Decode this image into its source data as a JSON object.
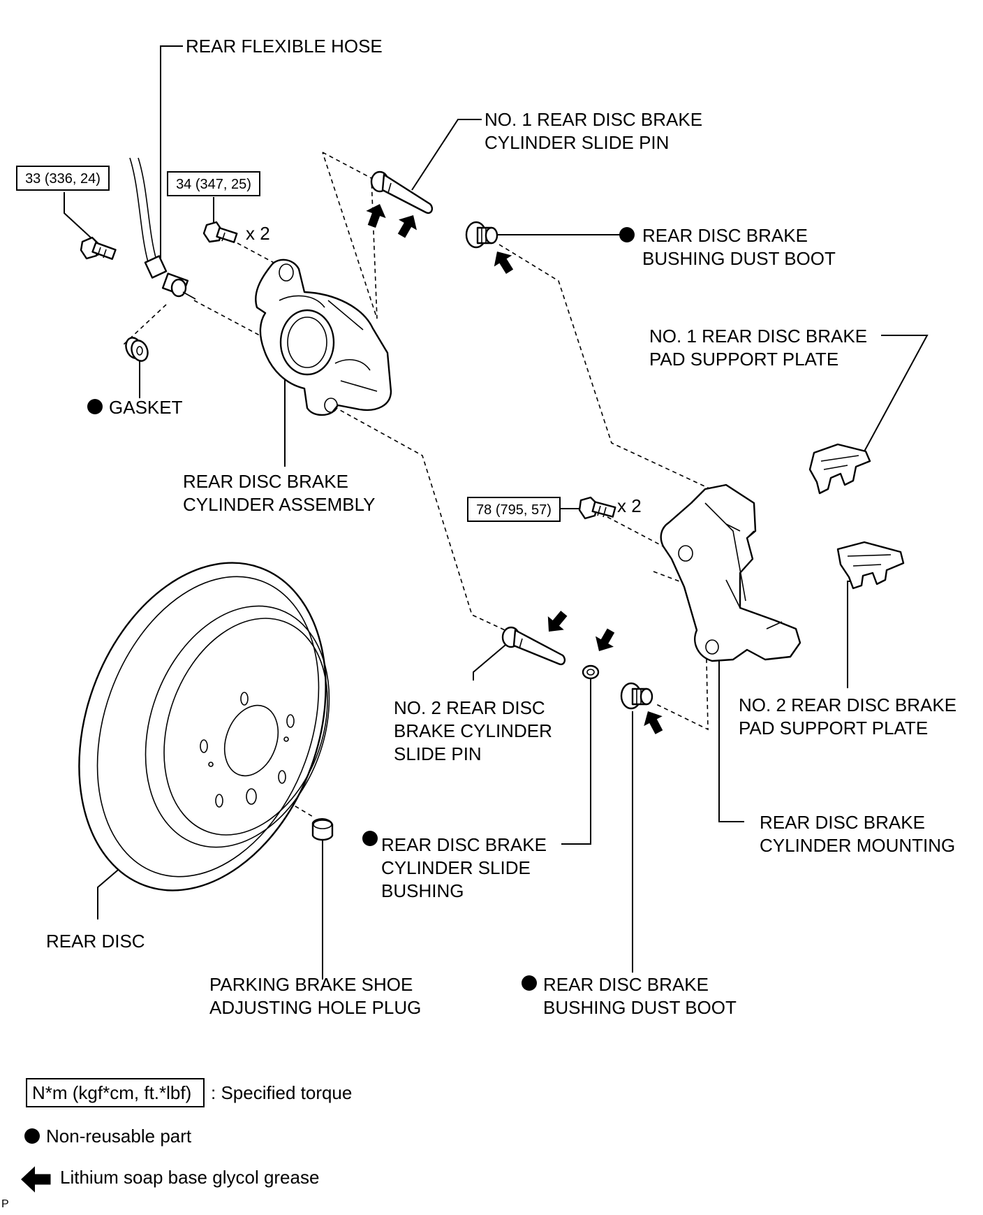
{
  "labels": {
    "rear_flexible_hose": "REAR FLEXIBLE HOSE",
    "no1_slide_pin_l1": "NO. 1 REAR DISC BRAKE",
    "no1_slide_pin_l2": "CYLINDER SLIDE PIN",
    "dust_boot_top_l1": "REAR DISC BRAKE",
    "dust_boot_top_l2": "BUSHING DUST BOOT",
    "no1_pad_plate_l1": "NO. 1 REAR DISC BRAKE",
    "no1_pad_plate_l2": "PAD SUPPORT PLATE",
    "gasket": "GASKET",
    "cylinder_assembly_l1": "REAR DISC BRAKE",
    "cylinder_assembly_l2": "CYLINDER ASSEMBLY",
    "no2_slide_pin_l1": "NO. 2 REAR DISC",
    "no2_slide_pin_l2": "BRAKE CYLINDER",
    "no2_slide_pin_l3": "SLIDE PIN",
    "no2_pad_plate_l1": "NO. 2 REAR DISC BRAKE",
    "no2_pad_plate_l2": "PAD SUPPORT PLATE",
    "cylinder_mounting_l1": "REAR DISC BRAKE",
    "cylinder_mounting_l2": "CYLINDER MOUNTING",
    "slide_bushing_l1": "REAR DISC BRAKE",
    "slide_bushing_l2": "CYLINDER SLIDE",
    "slide_bushing_l3": "BUSHING",
    "rear_disc": "REAR DISC",
    "hole_plug_l1": "PARKING BRAKE SHOE",
    "hole_plug_l2": "ADJUSTING HOLE PLUG",
    "dust_boot_bottom_l1": "REAR DISC BRAKE",
    "dust_boot_bottom_l2": "BUSHING DUST BOOT"
  },
  "torques": {
    "hose_bolt": "33 (336, 24)",
    "cylinder_bolt": "34 (347, 25)",
    "mounting_bolt": "78 (795, 57)"
  },
  "quantities": {
    "cylinder_bolt": "x 2",
    "mounting_bolt": "x 2"
  },
  "legend": {
    "torque_box": "N*m (kgf*cm, ft.*lbf)",
    "torque_text": ": Specified torque",
    "nonreusable_text": "Non-reusable part",
    "grease_text": "Lithium soap base glycol grease"
  },
  "corner_mark": "P",
  "colors": {
    "ink": "#000000",
    "paper": "#ffffff"
  },
  "icons": {
    "non_reusable": "filled-circle",
    "grease": "left-arrow"
  }
}
